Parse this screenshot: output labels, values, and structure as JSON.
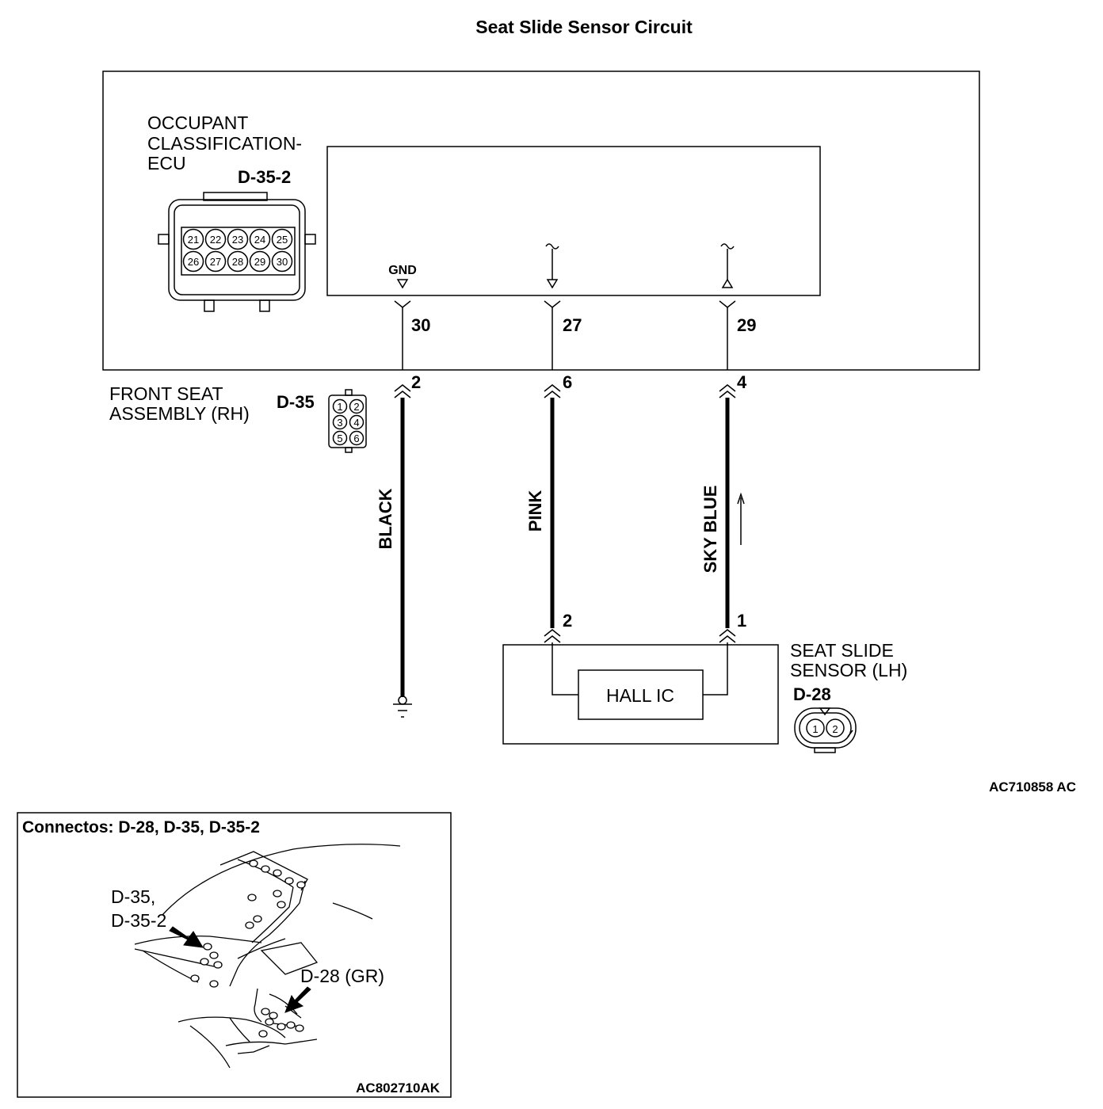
{
  "title": "Seat Slide Sensor Circuit",
  "ecu": {
    "name_lines": [
      "OCCUPANT",
      "CLASSIFICATION-",
      "ECU"
    ],
    "connector_id": "D-35-2",
    "connector_pins_top": [
      "21",
      "22",
      "23",
      "24",
      "25"
    ],
    "connector_pins_bottom": [
      "26",
      "27",
      "28",
      "29",
      "30"
    ],
    "gnd_label": "GND",
    "terminals": [
      "30",
      "27",
      "29"
    ]
  },
  "front_seat": {
    "name_lines": [
      "FRONT SEAT",
      "ASSEMBLY (RH)"
    ],
    "connector_id": "D-35",
    "connector_pins": [
      "1",
      "2",
      "3",
      "4",
      "5",
      "6"
    ],
    "terminals": [
      "2",
      "6",
      "4"
    ]
  },
  "wires": {
    "black": "BLACK",
    "pink": "PINK",
    "sky_blue": "SKY BLUE"
  },
  "sensor": {
    "name_lines": [
      "SEAT SLIDE",
      "SENSOR (LH)"
    ],
    "connector_id": "D-28",
    "connector_pins": [
      "1",
      "2"
    ],
    "terminals": [
      "2",
      "1"
    ],
    "hall_ic": "HALL IC"
  },
  "diagram_code": "AC710858 AC",
  "location_panel": {
    "title": "Connectos: D-28, D-35, D-35-2",
    "label_d35_lines": [
      "D-35,",
      "D-35-2"
    ],
    "label_d28": "D-28 (GR)",
    "code": "AC802710AK"
  }
}
